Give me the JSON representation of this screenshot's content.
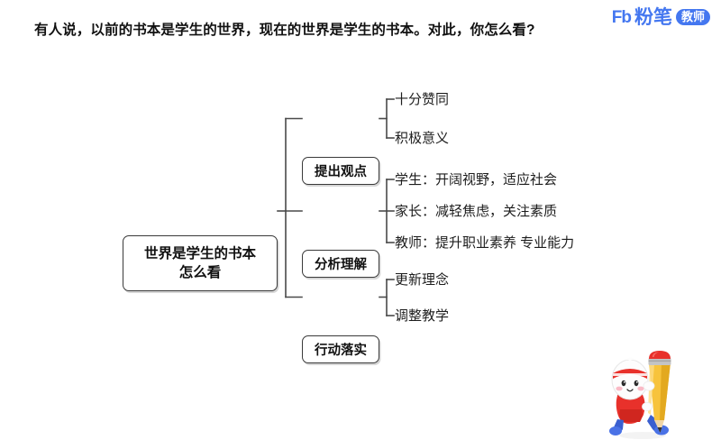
{
  "header": {
    "question": "有人说，以前的书本是学生的世界，现在的世界是学生的书本。对此，你怎么看?",
    "logo": {
      "mark": "Fb",
      "name": "粉笔",
      "tag": "教师",
      "color": "#4477f0"
    }
  },
  "mindmap": {
    "root": {
      "line1": "世界是学生的书本",
      "line2": "怎么看"
    },
    "branches": [
      {
        "label": "提出观点",
        "leaves": [
          "十分赞同",
          "积极意义"
        ]
      },
      {
        "label": "分析理解",
        "leaves": [
          "学生：开阔视野，适应社会",
          "家长：减轻焦虑，关注素质",
          "教师：提升职业素养 专业能力"
        ]
      },
      {
        "label": "行动落实",
        "leaves": [
          "更新理念",
          "调整教学"
        ]
      }
    ],
    "colors": {
      "stroke": "#3a3a3a",
      "connector": "#4a4a4a",
      "text": "#111111",
      "background": "#ffffff"
    }
  },
  "mascot": {
    "name": "粉笔-mascot-with-pencil",
    "colors": {
      "body": "#fdfdfd",
      "shirt": "#e8312b",
      "headband": "#e8312b",
      "shoes": "#3355cc",
      "pencil_body": "#f7c33c",
      "pencil_eraser": "#e8312b",
      "pencil_ferrule": "#bfbfbf"
    }
  }
}
